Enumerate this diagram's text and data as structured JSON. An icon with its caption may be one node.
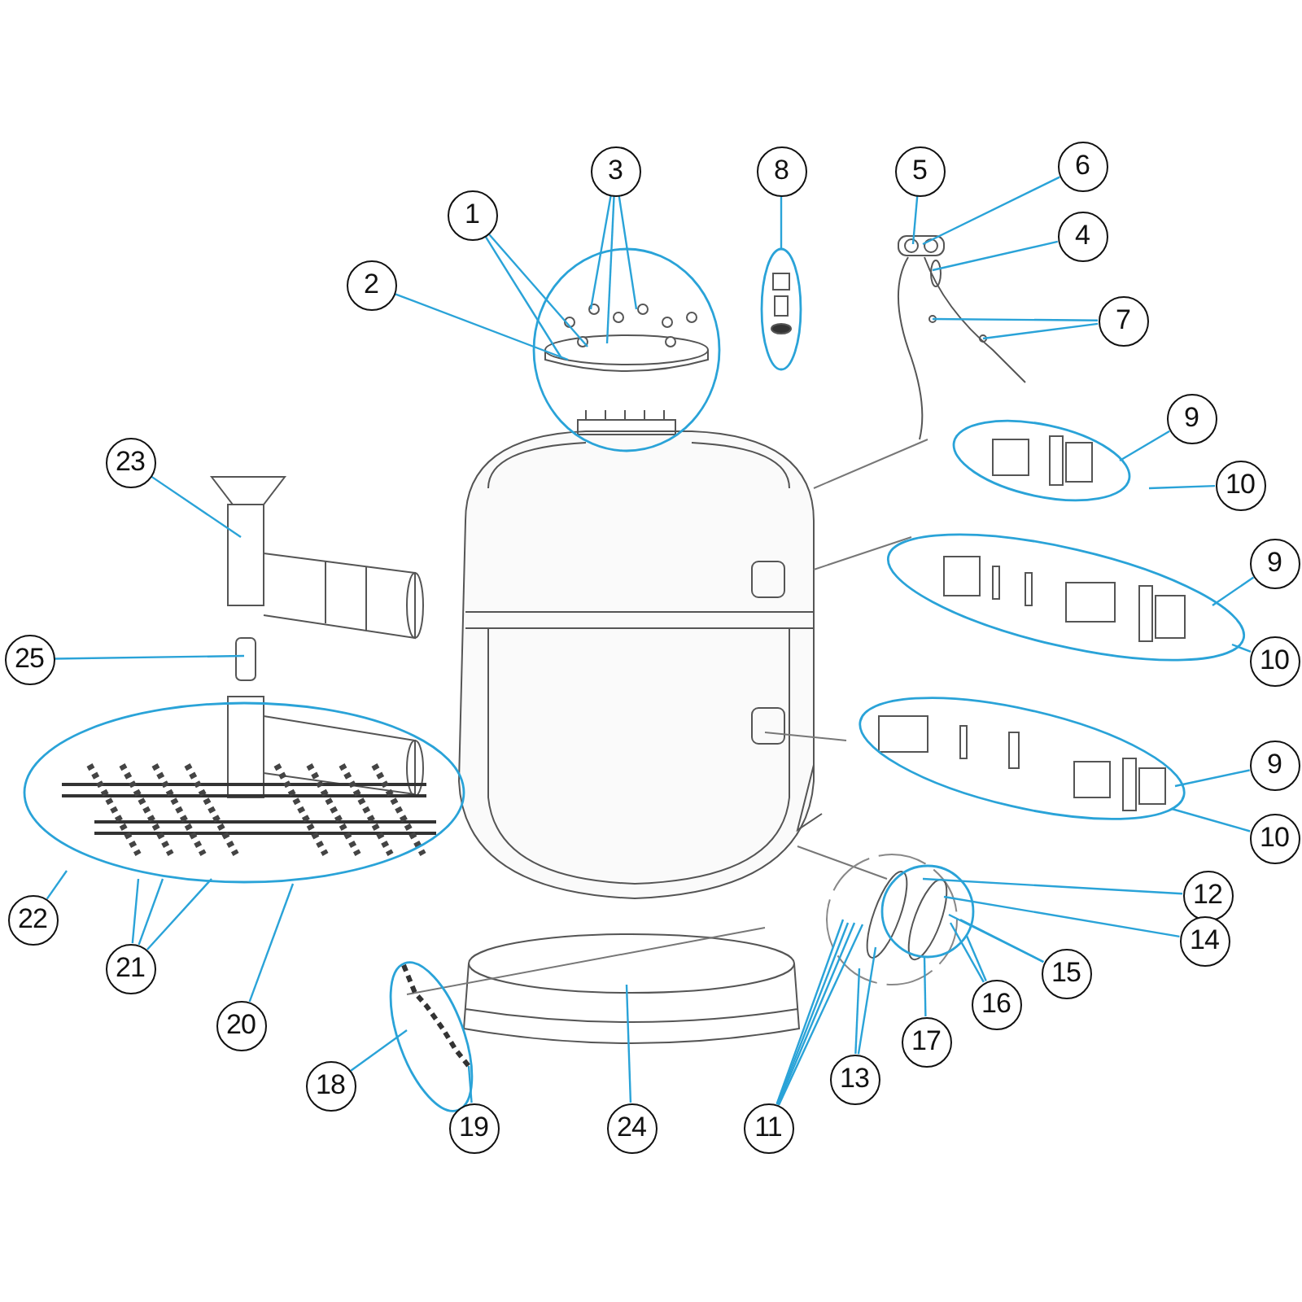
{
  "diagram": {
    "nodes": [
      {
        "text": [
          "3"
        ]
      },
      {
        "text": [
          "6"
        ]
      },
      {
        "text": [
          "8"
        ]
      },
      {
        "text": [
          "5"
        ]
      },
      {
        "text": [
          "1"
        ]
      },
      {
        "text": [
          "4"
        ]
      },
      {
        "text": [
          "2"
        ]
      },
      {
        "text": [
          "7"
        ]
      },
      {
        "text": [
          "9"
        ]
      },
      {
        "text": [
          "23"
        ]
      },
      {
        "text": [
          "10"
        ]
      },
      {
        "text": [
          "9"
        ]
      },
      {
        "text": [
          "25"
        ]
      },
      {
        "text": [
          "10"
        ]
      },
      {
        "text": [
          "9"
        ]
      },
      {
        "text": [
          "10"
        ]
      },
      {
        "text": [
          "12"
        ]
      },
      {
        "text": [
          "22"
        ]
      },
      {
        "text": [
          "14"
        ]
      },
      {
        "text": [
          "21"
        ]
      },
      {
        "text": [
          "15"
        ]
      },
      {
        "text": [
          "16"
        ]
      },
      {
        "text": [
          "20"
        ]
      },
      {
        "text": [
          "17"
        ]
      },
      {
        "text": [
          "13"
        ]
      },
      {
        "text": [
          "18"
        ]
      },
      {
        "text": [
          "11"
        ]
      },
      {
        "text": [
          "19"
        ]
      },
      {
        "text": [
          "24"
        ]
      }
    ],
    "edges": [
      {
        "from": 4,
        "to": null,
        "arrow": "none"
      },
      {
        "from": 4,
        "to": null,
        "arrow": "none"
      },
      {
        "from": 6,
        "to": null,
        "arrow": "none"
      },
      {
        "from": 0,
        "to": null,
        "arrow": "none"
      },
      {
        "from": 0,
        "to": null,
        "arrow": "none"
      },
      {
        "from": 0,
        "to": null,
        "arrow": "none"
      },
      {
        "from": 2,
        "to": null,
        "arrow": "none"
      },
      {
        "from": 3,
        "to": null,
        "arrow": "none"
      },
      {
        "from": 1,
        "to": null,
        "arrow": "none"
      },
      {
        "from": 5,
        "to": null,
        "arrow": "none"
      },
      {
        "from": 7,
        "to": null,
        "arrow": "none"
      },
      {
        "from": 7,
        "to": null,
        "arrow": "none"
      },
      {
        "from": 8,
        "to": null,
        "arrow": "none"
      },
      {
        "from": 9,
        "to": null,
        "arrow": "none"
      },
      {
        "from": 10,
        "to": null,
        "arrow": "none"
      },
      {
        "from": 11,
        "to": null,
        "arrow": "none"
      },
      {
        "from": 12,
        "to": null,
        "arrow": "none"
      },
      {
        "from": 13,
        "to": null,
        "arrow": "none"
      },
      {
        "from": 14,
        "to": null,
        "arrow": "none"
      },
      {
        "from": 15,
        "to": null,
        "arrow": "none"
      },
      {
        "from": 16,
        "to": null,
        "arrow": "none"
      },
      {
        "from": 17,
        "to": null,
        "arrow": "none"
      },
      {
        "from": 18,
        "to": null,
        "arrow": "none"
      },
      {
        "from": 19,
        "to": null,
        "arrow": "none"
      },
      {
        "from": 19,
        "to": null,
        "arrow": "none"
      },
      {
        "from": 19,
        "to": null,
        "arrow": "none"
      },
      {
        "from": 20,
        "to": null,
        "arrow": "none"
      },
      {
        "from": 20,
        "to": null,
        "arrow": "none"
      },
      {
        "from": 21,
        "to": null,
        "arrow": "none"
      },
      {
        "from": 21,
        "to": null,
        "arrow": "none"
      },
      {
        "from": 22,
        "to": null,
        "arrow": "none"
      },
      {
        "from": 23,
        "to": null,
        "arrow": "none"
      },
      {
        "from": 24,
        "to": null,
        "arrow": "none"
      },
      {
        "from": 24,
        "to": null,
        "arrow": "none"
      },
      {
        "from": 25,
        "to": null,
        "arrow": "none"
      },
      {
        "from": 26,
        "to": null,
        "arrow": "none"
      },
      {
        "from": 26,
        "to": null,
        "arrow": "none"
      },
      {
        "from": 26,
        "to": null,
        "arrow": "none"
      },
      {
        "from": 26,
        "to": null,
        "arrow": "none"
      },
      {
        "from": 27,
        "to": null,
        "arrow": "none"
      },
      {
        "from": 28,
        "to": null,
        "arrow": "none"
      }
    ]
  }
}
